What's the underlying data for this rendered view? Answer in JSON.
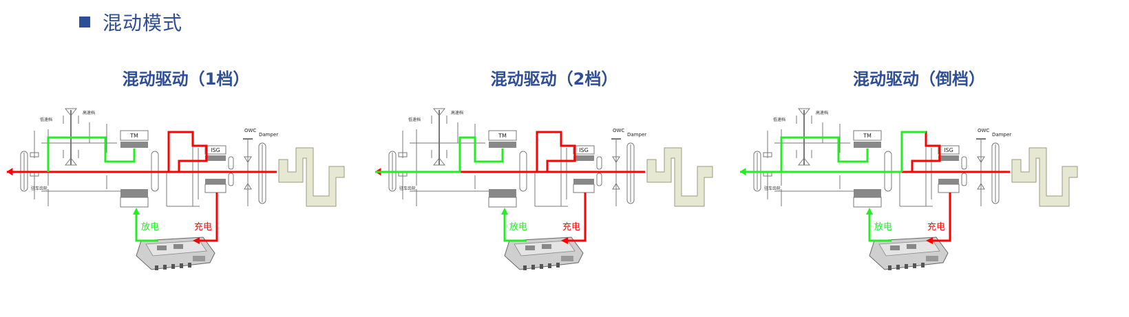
{
  "page": {
    "title": "混动模式"
  },
  "labels": {
    "tm": "TM",
    "isg": "ISG",
    "owc": "OWC",
    "damper": "Damper",
    "discharge": "放电",
    "charge": "充电",
    "small_top_left": "低速档",
    "small_top_mid": "高速档",
    "small_bottom_left": "驻车齿轮"
  },
  "colors": {
    "title": "#2e4e97",
    "engine_flow": "#ff0000",
    "electric_flow": "#22ee22"
  },
  "panels": [
    {
      "title": "混动驱动（1档）",
      "gear": "1"
    },
    {
      "title": "混动驱动（2档）",
      "gear": "2"
    },
    {
      "title": "混动驱动（倒档）",
      "gear": "R"
    }
  ]
}
